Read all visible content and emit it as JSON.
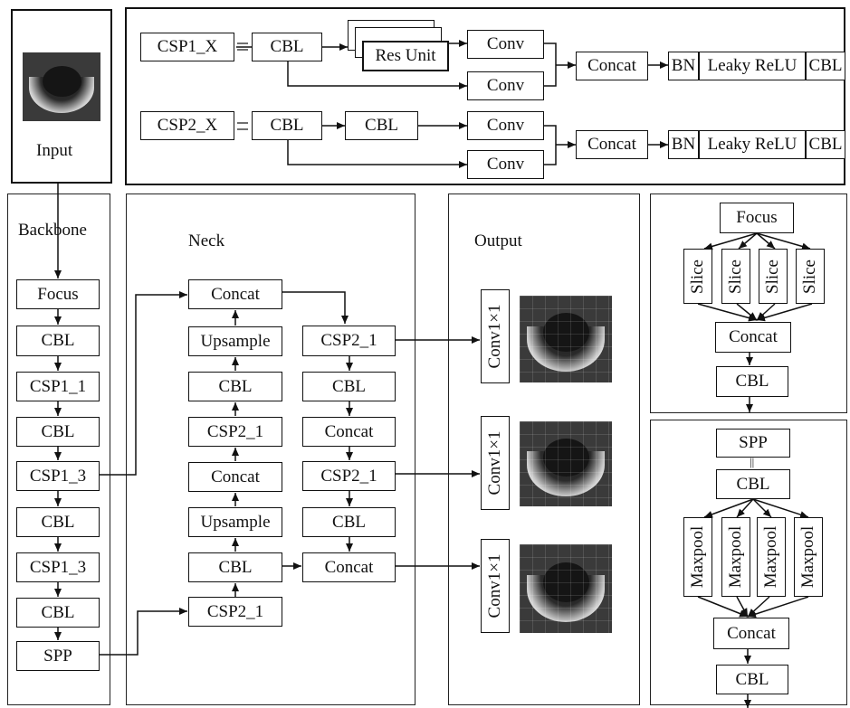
{
  "input": {
    "title": "Input"
  },
  "csp_defs": {
    "csp1": {
      "name": "CSP1_X",
      "eq": "=",
      "cbl": "CBL",
      "res": "Res Unit",
      "conv_top": "Conv",
      "conv_bottom": "Conv",
      "concat": "Concat",
      "bn": "BN",
      "leaky": "Leaky ReLU",
      "cbl_out": "CBL"
    },
    "csp2": {
      "name": "CSP2_X",
      "eq": "=",
      "cbl": "CBL",
      "cbl2": "CBL",
      "conv_top": "Conv",
      "conv_bottom": "Conv",
      "concat": "Concat",
      "bn": "BN",
      "leaky": "Leaky ReLU",
      "cbl_out": "CBL"
    }
  },
  "backbone": {
    "title": "Backbone",
    "blocks": [
      "Focus",
      "CBL",
      "CSP1_1",
      "CBL",
      "CSP1_3",
      "CBL",
      "CSP1_3",
      "CBL",
      "SPP"
    ]
  },
  "neck": {
    "title": "Neck",
    "left_col": [
      "Concat",
      "Upsample",
      "CBL",
      "CSP2_1",
      "Concat",
      "Upsample",
      "CBL",
      "CSP2_1"
    ],
    "right_col": [
      "CSP2_1",
      "CBL",
      "Concat",
      "CSP2_1",
      "CBL",
      "Concat"
    ]
  },
  "output": {
    "title": "Output",
    "heads": [
      "Conv1×1",
      "Conv1×1",
      "Conv1×1"
    ]
  },
  "focus_def": {
    "focus": "Focus",
    "slices": [
      "Slice",
      "Slice",
      "Slice",
      "Slice"
    ],
    "concat": "Concat",
    "cbl": "CBL"
  },
  "spp_def": {
    "spp": "SPP",
    "eq": "||",
    "cbl": "CBL",
    "pools": [
      "Maxpool",
      "Maxpool",
      "Maxpool",
      "Maxpool"
    ],
    "concat": "Concat",
    "cbl_out": "CBL"
  }
}
